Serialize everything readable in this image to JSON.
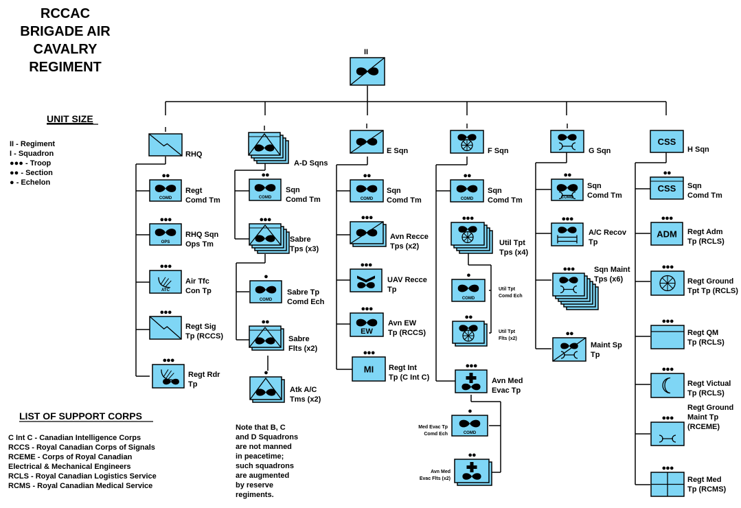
{
  "title": [
    "RCCAC",
    "BRIGADE AIR",
    "CAVALRY",
    "REGIMENT"
  ],
  "unit_size": {
    "heading": "UNIT SIZE",
    "items": [
      "II - Regiment",
      "I - Squadron",
      "●●● - Troop",
      "●● - Section",
      "● - Echelon"
    ]
  },
  "support_corps": {
    "heading": "LIST OF SUPPORT CORPS",
    "items": [
      "C Int C - Canadian Intelligence Corps",
      "RCCS - Royal Canadian Corps of Signals",
      "RCEME - Corps of Royal Canadian",
      "Electrical & Mechanical Engineers",
      "RCLS - Royal Canadian Logistics Service",
      "RCMS - Royal Canadian Medical Service"
    ]
  },
  "note": [
    "Note that B, C",
    "and D Squadrons",
    "are not manned",
    "in peacetime;",
    "such squadrons",
    "are augmented",
    "by reserve",
    "regiments."
  ],
  "colors": {
    "symbol_fill": "#7fd6f5",
    "line": "#000000"
  },
  "regiment": {
    "size": "II"
  },
  "units": [
    {
      "size": "I",
      "label": [
        "RHQ"
      ],
      "symbol": "signals"
    },
    {
      "size": "●●",
      "label": [
        "Regt",
        "Comd Tm"
      ],
      "symbol": "aviation",
      "inner_text": "COMD"
    },
    {
      "size": "●●●",
      "label": [
        "RHQ Sqn",
        "Ops Tm"
      ],
      "symbol": "aviation",
      "inner_text": "OPS"
    },
    {
      "size": "●●●",
      "label": [
        "Air Tfc",
        "Con Tp"
      ],
      "symbol": "radar",
      "inner_text": "ATC"
    },
    {
      "size": "●●●",
      "label": [
        "Regt Sig",
        "Tp (RCCS)"
      ],
      "symbol": "signals"
    },
    {
      "size": "●●●",
      "label": [
        "Regt Rdr",
        "Tp"
      ],
      "symbol": "radar-aviation"
    },
    {
      "size": "I",
      "label": [
        "A-D Sqns"
      ],
      "symbol": "attack"
    },
    {
      "size": "●●",
      "label": [
        "Sqn",
        "Comd Tm"
      ],
      "symbol": "aviation",
      "inner_text": "COMD"
    },
    {
      "size": "●●●",
      "label": [
        "Sabre",
        "Tps (x3)"
      ],
      "symbol": "attack"
    },
    {
      "size": "●",
      "label": [
        "Sabre Tp",
        "Comd Ech"
      ],
      "symbol": "aviation",
      "inner_text": "COMD"
    },
    {
      "size": "●●",
      "label": [
        "Sabre",
        "Flts (x2)"
      ],
      "symbol": "attack"
    },
    {
      "size": "●",
      "label": [
        "Atk A/C",
        "Tms (x2)"
      ],
      "symbol": "attack-plain"
    },
    {
      "size": "I",
      "label": [
        "E Sqn"
      ],
      "symbol": "recce"
    },
    {
      "size": "●●",
      "label": [
        "Sqn",
        "Comd Tm"
      ],
      "symbol": "aviation",
      "inner_text": "COMD"
    },
    {
      "size": "●●●",
      "label": [
        "Avn Recce",
        "Tps (x2)"
      ],
      "symbol": "recce"
    },
    {
      "size": "●●●",
      "label": [
        "UAV Recce",
        "Tp"
      ],
      "symbol": "uav"
    },
    {
      "size": "●●●",
      "label": [
        "Avn EW",
        "Tp (RCCS)"
      ],
      "symbol": "aviation",
      "inner_text": "EW"
    },
    {
      "size": "●●●",
      "label": [
        "Regt Int",
        "Tp (C Int C)"
      ],
      "symbol": "text",
      "inner_text": "MI"
    },
    {
      "size": "I",
      "label": [
        "F Sqn"
      ],
      "symbol": "utility"
    },
    {
      "size": "●●",
      "label": [
        "Sqn",
        "Comd Tm"
      ],
      "symbol": "aviation",
      "inner_text": "COMD"
    },
    {
      "size": "●●●",
      "label": [
        "Util Tpt",
        "Tps (x4)"
      ],
      "symbol": "utility"
    },
    {
      "size": "●",
      "label": [
        "Util Tpt",
        "Comd Ech"
      ],
      "symbol": "aviation",
      "inner_text": "COMD"
    },
    {
      "size": "●●",
      "label": [
        "Util Tpt",
        "Flts (x2)"
      ],
      "symbol": "utility"
    },
    {
      "size": "●●●",
      "label": [
        "Avn Med",
        "Evac Tp"
      ],
      "symbol": "medevac"
    },
    {
      "size": "●",
      "label": [
        "Med Evac Tp",
        "Comd Ech"
      ],
      "symbol": "aviation",
      "inner_text": "COMD"
    },
    {
      "size": "●●",
      "label": [
        "Avn Med",
        "Evac Flts (x2)"
      ],
      "symbol": "medevac"
    },
    {
      "size": "I",
      "label": [
        "G Sqn"
      ],
      "symbol": "maint"
    },
    {
      "size": "●●",
      "label": [
        "Sqn",
        "Comd Tm"
      ],
      "symbol": "aviation-maint",
      "inner_text": "COMD"
    },
    {
      "size": "●●●",
      "label": [
        "A/C Recov",
        "Tp"
      ],
      "symbol": "recovery"
    },
    {
      "size": "●●●",
      "label": [
        "Sqn Maint",
        "Tps (x6)"
      ],
      "symbol": "maint"
    },
    {
      "size": "●●",
      "label": [
        "Maint Sp",
        "Tp"
      ],
      "symbol": "maint-diag"
    },
    {
      "size": "",
      "label": [
        "H Sqn"
      ],
      "symbol": "text",
      "inner_text": "CSS"
    },
    {
      "size": "●●",
      "label": [
        "Sqn",
        "Comd Tm"
      ],
      "symbol": "text-comd",
      "inner_text": "CSS"
    },
    {
      "size": "●●●",
      "label": [
        "Regt Adm",
        "Tp (RCLS)"
      ],
      "symbol": "text",
      "inner_text": "ADM"
    },
    {
      "size": "●●●",
      "label": [
        "Regt Ground",
        "Tpt Tp (RCLS)"
      ],
      "symbol": "wheel"
    },
    {
      "size": "●●●",
      "label": [
        "Regt QM",
        "Tp (RCLS)"
      ],
      "symbol": "qm"
    },
    {
      "size": "●●●",
      "label": [
        "Regt Victual",
        "Tp (RCLS)"
      ],
      "symbol": "victual"
    },
    {
      "size": "●●●",
      "label": [
        "Regt Ground",
        "Maint Tp",
        "(RCEME)"
      ],
      "symbol": "maint"
    },
    {
      "size": "●●●",
      "label": [
        "Regt Med",
        "Tp (RCMS)"
      ],
      "symbol": "medical"
    }
  ]
}
